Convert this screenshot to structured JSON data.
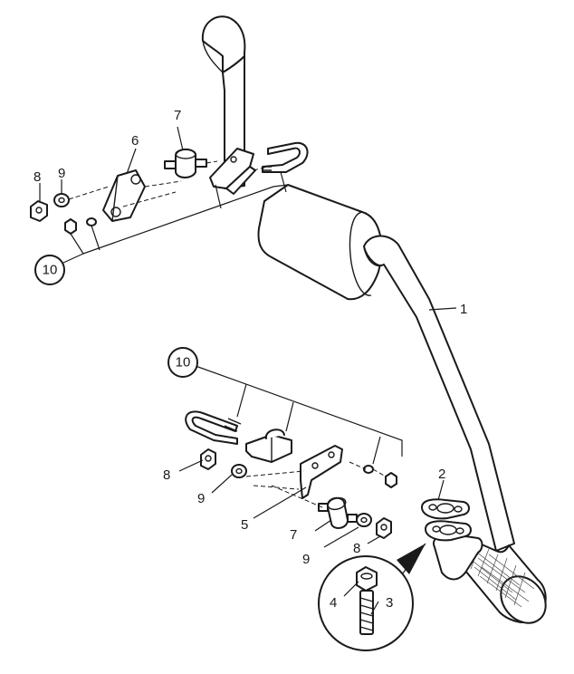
{
  "callouts": {
    "c1": "1",
    "c2": "2",
    "c3": "3",
    "c4": "4",
    "c5": "5",
    "c6": "6",
    "c7_top": "7",
    "c7_bottom": "7",
    "c8_top": "8",
    "c8_mid": "8",
    "c8_bottom": "8",
    "c9_top": "9",
    "c9_mid": "9",
    "c9_bottom": "9",
    "c10_top": "10",
    "c10_bottom": "10"
  },
  "colors": {
    "line": "#1a1a1a",
    "background": "#ffffff"
  }
}
